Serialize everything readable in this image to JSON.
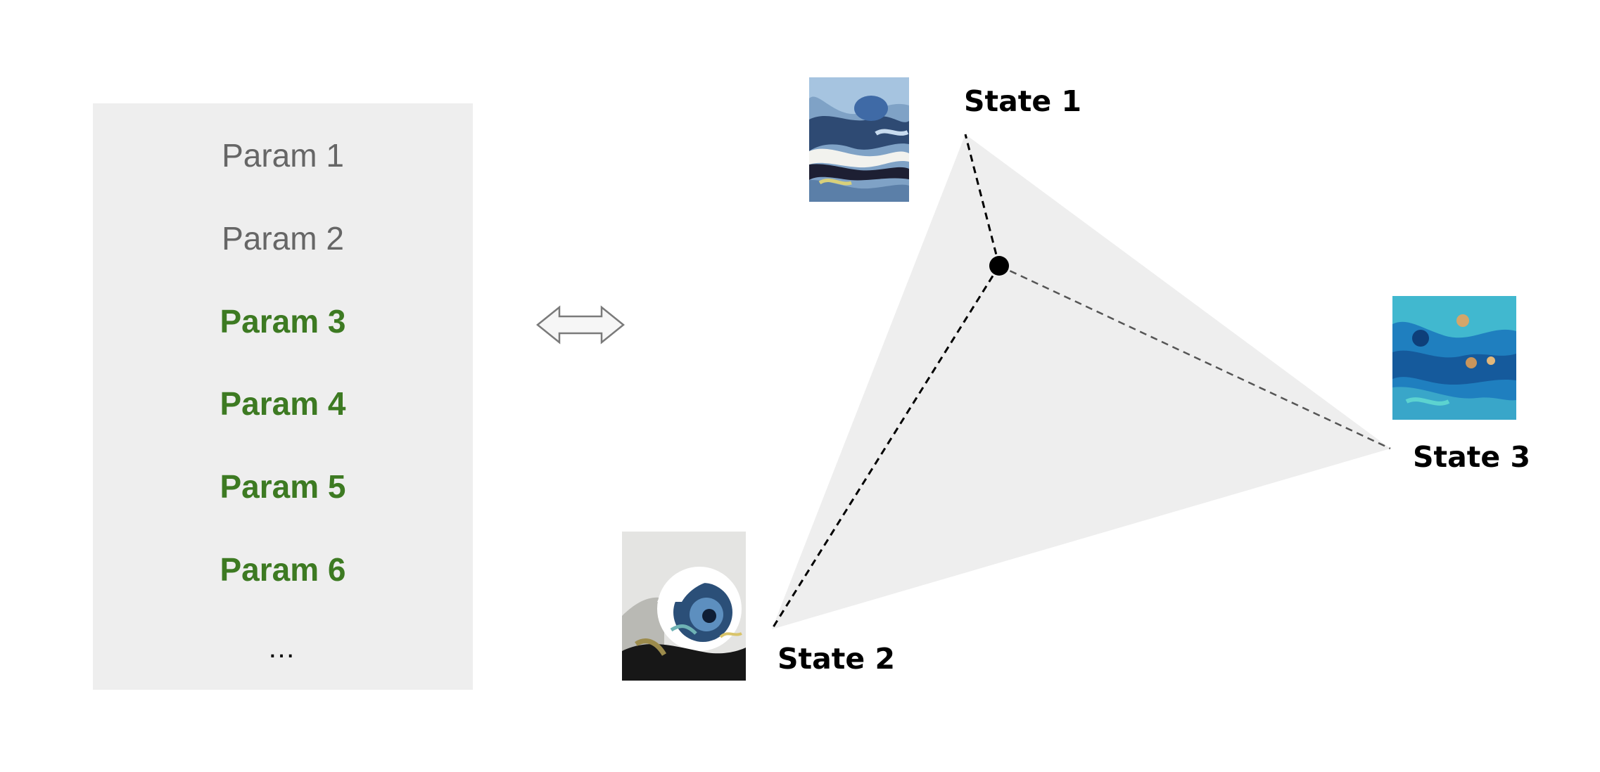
{
  "parameters": {
    "items": [
      {
        "label": "Param 1",
        "highlighted": false
      },
      {
        "label": "Param 2",
        "highlighted": false
      },
      {
        "label": "Param 3",
        "highlighted": true
      },
      {
        "label": "Param 4",
        "highlighted": true
      },
      {
        "label": "Param 5",
        "highlighted": true
      },
      {
        "label": "Param 6",
        "highlighted": true
      }
    ],
    "ellipsis": "…"
  },
  "states": {
    "state1": "State 1",
    "state2": "State 2",
    "state3": "State 3"
  },
  "icons": {
    "mapping": "double-arrow-icon"
  },
  "colors": {
    "panel_bg": "#eeeeee",
    "inactive_text": "#666666",
    "highlight_text": "#3d7a22",
    "triangle_fill": "#eeeeee"
  }
}
